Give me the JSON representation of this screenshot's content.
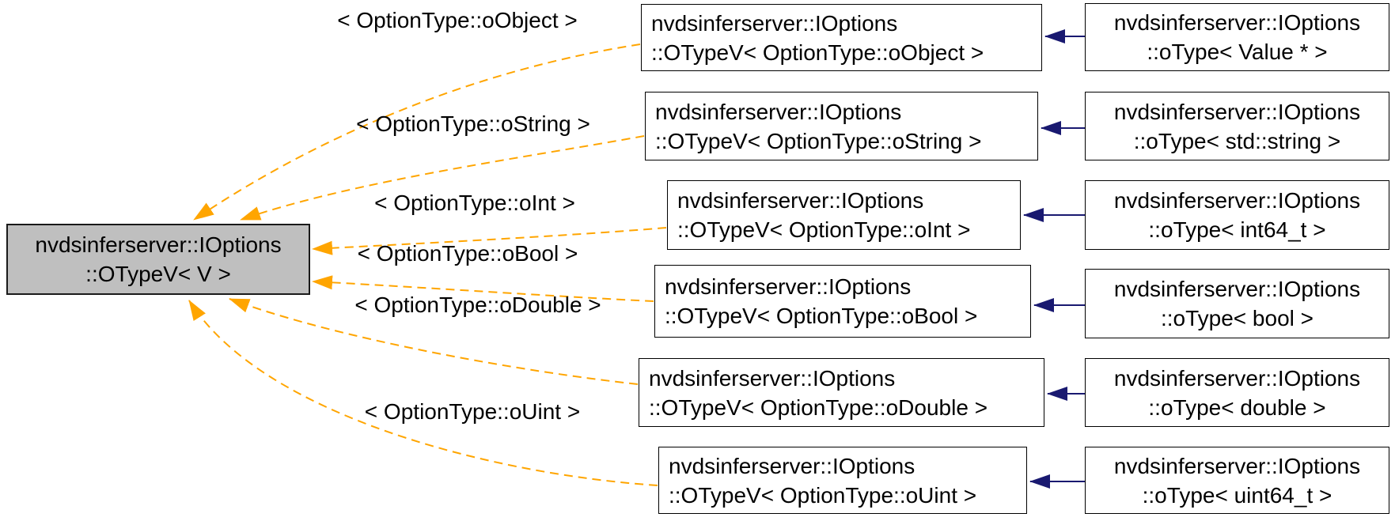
{
  "diagram": {
    "kind": "class-template-instantiation-graph",
    "colors": {
      "template_edge": "#ffa500",
      "inheritance_edge": "#191970",
      "node_fill": "#ffffff",
      "node_border": "#000000",
      "base_node_fill": "#bfbfbf",
      "background": "#ffffff"
    },
    "base_node": {
      "line1": "nvdsinferserver::IOptions",
      "line2": "::OTypeV< V >"
    },
    "rows": [
      {
        "edge_label": "< OptionType::oObject >",
        "instantiation": {
          "line1": "nvdsinferserver::IOptions",
          "line2": "::OTypeV< OptionType::oObject >"
        },
        "specialization": {
          "line1": "nvdsinferserver::IOptions",
          "line2": "::oType< Value * >"
        }
      },
      {
        "edge_label": "< OptionType::oString >",
        "instantiation": {
          "line1": "nvdsinferserver::IOptions",
          "line2": "::OTypeV< OptionType::oString >"
        },
        "specialization": {
          "line1": "nvdsinferserver::IOptions",
          "line2": "::oType< std::string >"
        }
      },
      {
        "edge_label": "< OptionType::oInt >",
        "instantiation": {
          "line1": "nvdsinferserver::IOptions",
          "line2": "::OTypeV< OptionType::oInt >"
        },
        "specialization": {
          "line1": "nvdsinferserver::IOptions",
          "line2": "::oType< int64_t >"
        }
      },
      {
        "edge_label": "< OptionType::oBool >",
        "instantiation": {
          "line1": "nvdsinferserver::IOptions",
          "line2": "::OTypeV< OptionType::oBool >"
        },
        "specialization": {
          "line1": "nvdsinferserver::IOptions",
          "line2": "::oType< bool >"
        }
      },
      {
        "edge_label": "< OptionType::oDouble >",
        "instantiation": {
          "line1": "nvdsinferserver::IOptions",
          "line2": "::OTypeV< OptionType::oDouble >"
        },
        "specialization": {
          "line1": "nvdsinferserver::IOptions",
          "line2": "::oType< double >"
        }
      },
      {
        "edge_label": "< OptionType::oUint >",
        "instantiation": {
          "line1": "nvdsinferserver::IOptions",
          "line2": "::OTypeV< OptionType::oUint >"
        },
        "specialization": {
          "line1": "nvdsinferserver::IOptions",
          "line2": "::oType< uint64_t >"
        }
      }
    ]
  }
}
